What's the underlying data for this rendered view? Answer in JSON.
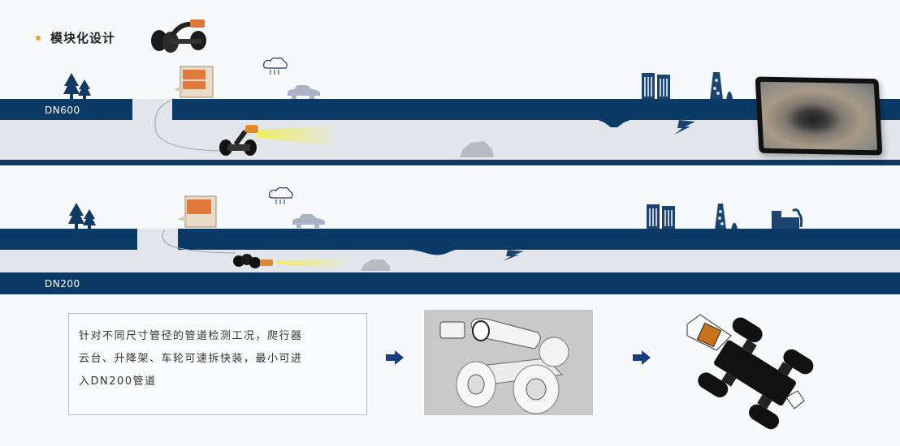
{
  "header": {
    "title": "模块化设计",
    "bullet_color": "#f0a030"
  },
  "pipes": [
    {
      "label": "DN600",
      "label_position": "top-band"
    },
    {
      "label": "DN200",
      "label_position": "bottom-band"
    }
  ],
  "scene_icons": {
    "top_row": [
      "tree-icon",
      "control-box-icon",
      "rain-cloud-icon",
      "car-icon",
      "building-icon",
      "oil-tower-icon",
      "tablet-icon"
    ],
    "in_pipe": [
      "crawler-robot-icon",
      "light-beam",
      "rock-icon",
      "lightning-crack-icon"
    ],
    "bottom_row": [
      "tree-icon",
      "control-box-icon",
      "rain-cloud-icon",
      "car-icon",
      "building-icon",
      "oil-tower-icon",
      "factory-icon"
    ]
  },
  "description": {
    "line1": "针对不同尺寸管径的管道检测工况，爬行器",
    "line2": "云台、升降架、车轮可速拆快装，最小可进",
    "line3": "入DN200管道"
  },
  "colors": {
    "pipe_band": "#0b3a66",
    "pipe_inner": "#e2e5ea",
    "arrow": "#1a3d7a",
    "light_beam": "#f2ee5a"
  }
}
